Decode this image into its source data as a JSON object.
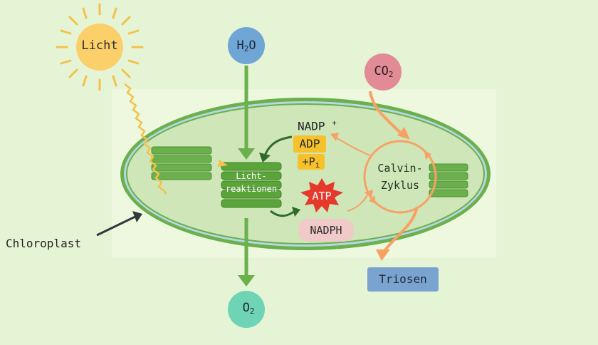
{
  "diagram": {
    "sun": {
      "label": "Licht",
      "color": "#fbd06a",
      "ray_color": "#f4c24a"
    },
    "water": {
      "label": "H",
      "sub": "2",
      "tail": "O",
      "color": "#6fa6d6"
    },
    "co2": {
      "label": "CO",
      "sub": "2",
      "color": "#e28b96"
    },
    "oxygen": {
      "label": "O",
      "sub": "2",
      "color": "#6fd3b5"
    },
    "chloroplast": {
      "label": "Chloroplast",
      "membrane_color": "#6ab04c",
      "stroma_color": "#cfe6b8"
    },
    "light_reactions": {
      "line1": "Licht-",
      "line2": "reaktionen",
      "color": "#5aa53a"
    },
    "calvin": {
      "line1": "Calvin-",
      "line2": "Zyklus",
      "arrow_color": "#f7a165"
    },
    "nadp": {
      "label": "NADP",
      "sup": "+"
    },
    "adp": {
      "label": "ADP",
      "color": "#f6c12b"
    },
    "pi": {
      "prefix": "+P",
      "sub": "i"
    },
    "atp": {
      "label": "ATP",
      "color": "#e5392b"
    },
    "nadph": {
      "label": "NADPH",
      "color": "#f0c9c9"
    },
    "triosen": {
      "label": "Triosen",
      "color": "#7aa4cf"
    }
  }
}
